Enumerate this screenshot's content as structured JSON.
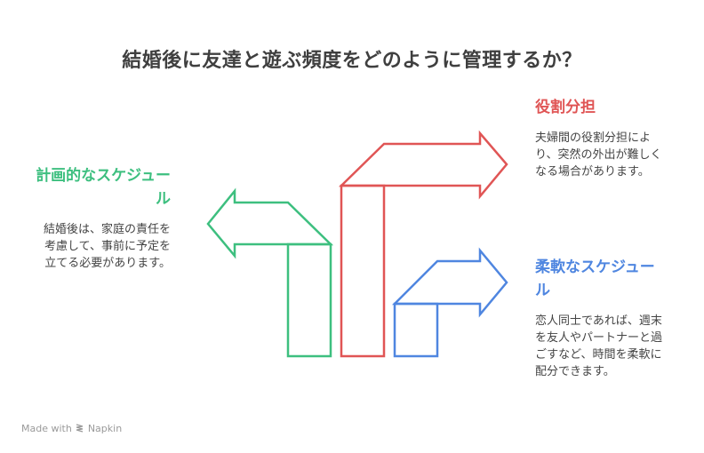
{
  "title": "結婚後に友達と遊ぶ頻度をどのように管理するか？",
  "colors": {
    "green": "#3dbf7f",
    "red": "#e05555",
    "blue": "#4f86e0",
    "title": "#3f3f3f",
    "body_text": "#444444"
  },
  "options": [
    {
      "id": "planned",
      "heading": "計画的なスケジュール",
      "description": "結婚後は、家庭の責任を考慮して、事前に予定を立てる必要があります。",
      "color": "#3dbf7f",
      "arrow_direction": "left"
    },
    {
      "id": "roles",
      "heading": "役割分担",
      "description": "夫婦間の役割分担により、突然の外出が難しくなる場合があります。",
      "color": "#e05555",
      "arrow_direction": "right"
    },
    {
      "id": "flexible",
      "heading": "柔軟なスケジュール",
      "description": "恋人同士であれば、週末を友人やパートナーと過ごすなど、時間を柔軟に配分できます。",
      "color": "#4f86e0",
      "arrow_direction": "right"
    }
  ],
  "footer": {
    "made_with": "Made with",
    "brand": "Napkin",
    "icon": "napkin-logo-icon"
  }
}
